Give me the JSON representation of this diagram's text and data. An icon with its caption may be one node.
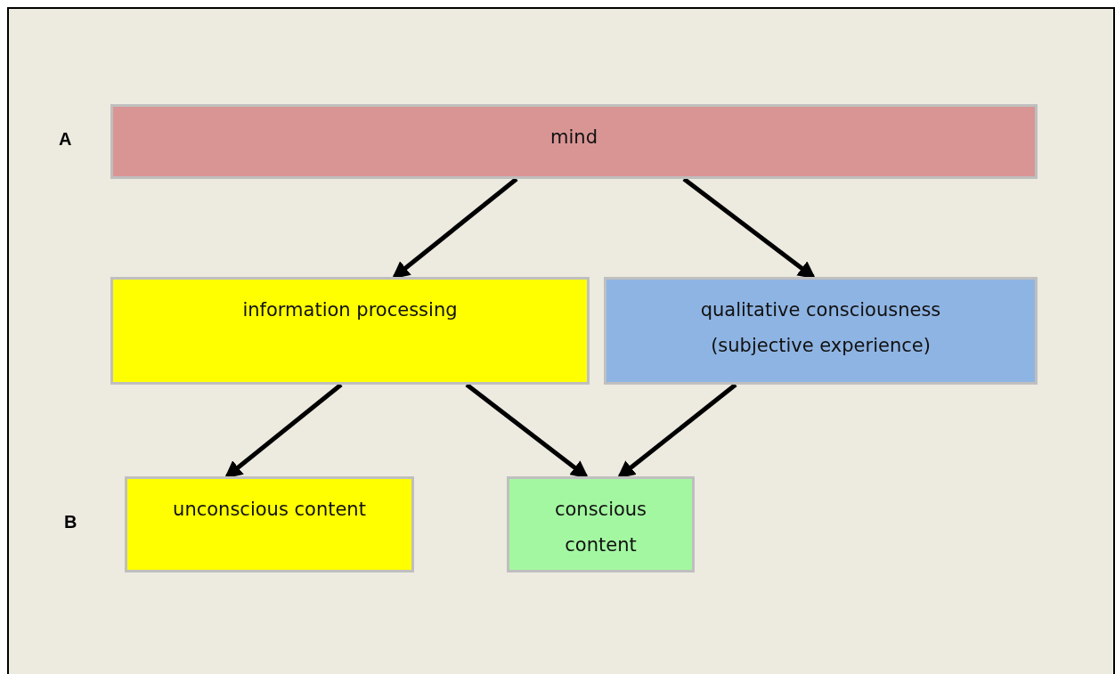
{
  "diagram": {
    "nodes": [
      {
        "text": [
          "mind"
        ]
      },
      {
        "text": [
          "information processing"
        ]
      },
      {
        "text": [
          "qualitative consciousness (subjective experience)"
        ]
      },
      {
        "text": [
          "unconscious content"
        ]
      },
      {
        "text": [
          "conscious content"
        ]
      }
    ],
    "edges": [
      {
        "from": 0,
        "to": 1,
        "arrow": "to"
      },
      {
        "from": 0,
        "to": 2,
        "arrow": "to"
      },
      {
        "from": 1,
        "to": 3,
        "arrow": "to"
      },
      {
        "from": 1,
        "to": 4,
        "arrow": "to"
      },
      {
        "from": 2,
        "to": 4,
        "arrow": "to"
      }
    ],
    "labels": [
      "A",
      "B"
    ]
  }
}
